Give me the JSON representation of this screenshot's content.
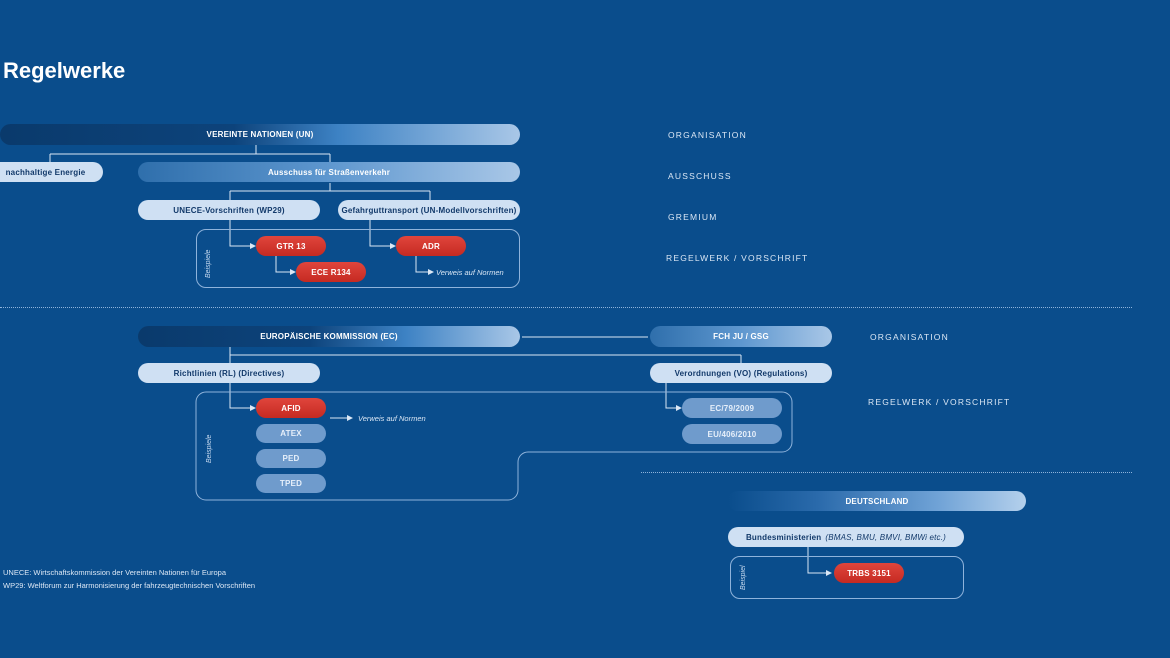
{
  "title": "Regelwerke",
  "un": {
    "organisation": "VEREINTE NATIONEN (UN)",
    "committee_energy": "nachhaltige Energie",
    "committee_road": "Ausschuss für Straßenverkehr",
    "body_unece": "UNECE-Vorschriften (WP29)",
    "body_adr": "Gefahrguttransport (UN-Modellvorschriften)",
    "examples_label": "Beispiele",
    "gtr": "GTR 13",
    "ece": "ECE R134",
    "adr": "ADR",
    "reference": "Verweis auf Normen"
  },
  "levels_un": {
    "organisation": "ORGANISATION",
    "committee": "AUSSCHUSS",
    "body": "GREMIUM",
    "rules": "REGELWERK / VORSCHRIFT"
  },
  "ec": {
    "organisation": "EUROPÄISCHE KOMMISSION (EC)",
    "fch": "FCH JU / GSG",
    "directives": "Richtlinien (RL) (Directives)",
    "regulations": "Verordnungen (VO) (Regulations)",
    "examples_label": "Beispiele",
    "afid": "AFID",
    "atex": "ATEX",
    "ped": "PED",
    "tped": "TPED",
    "reference": "Verweis auf Normen",
    "reg1": "EC/79/2009",
    "reg2": "EU/406/2010"
  },
  "levels_ec": {
    "organisation": "ORGANISATION",
    "rules": "REGELWERK / VORSCHRIFT"
  },
  "de": {
    "organisation": "DEUTSCHLAND",
    "ministries": "Bundesministerien",
    "ministries_list": "(BMAS, BMU, BMVI, BMWi etc.)",
    "examples_label": "Beispiel",
    "trbs": "TRBS 3151"
  },
  "footnotes": [
    "UNECE: Wirtschaftskommission der Vereinten Nationen für Europa",
    "WP29: Weltforum zur Harmonisierung der fahrzeugtechnischen Vorschriften"
  ],
  "colors": {
    "background": "#0a4d8c",
    "highlight_red": "#d0362e",
    "light_pill": "#cfe0f3",
    "mid_pill": "#6f9bcc"
  }
}
